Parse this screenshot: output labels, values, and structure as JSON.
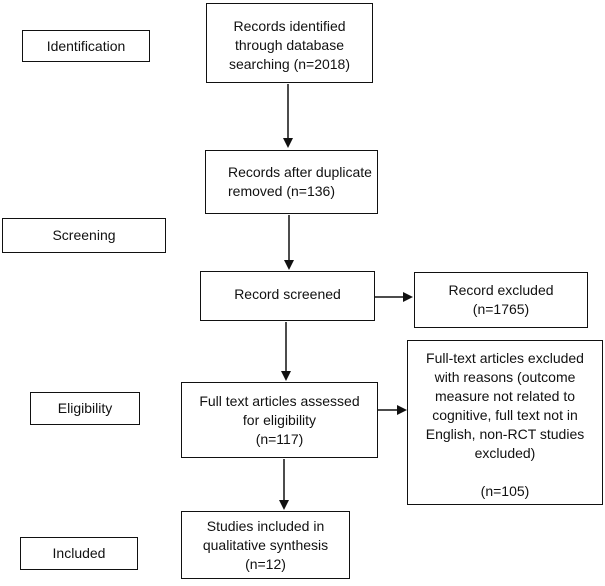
{
  "stages": {
    "identification": "Identification",
    "screening": "Screening",
    "eligibility": "Eligibility",
    "included": "Included"
  },
  "boxes": {
    "identified": {
      "lines": [
        "Records identified",
        "through database",
        "searching (n=2018)"
      ]
    },
    "duplicate": {
      "lines": [
        "Records after duplicate",
        "removed (n=136)"
      ]
    },
    "screened": {
      "lines": [
        "Record screened"
      ]
    },
    "excluded": {
      "lines": [
        "Record excluded",
        "(n=1765)"
      ]
    },
    "fulltext": {
      "lines": [
        "Full text articles assessed",
        "for eligibility",
        "(n=117)"
      ]
    },
    "ft_excluded": {
      "lines": [
        "Full-text articles excluded",
        "with reasons (outcome",
        "measure not related to",
        "cognitive, full text not in",
        "English, non-RCT studies",
        "excluded)"
      ],
      "count": "(n=105)"
    },
    "included": {
      "lines": [
        "Studies included in",
        "qualitative synthesis",
        "(n=12)"
      ]
    }
  }
}
